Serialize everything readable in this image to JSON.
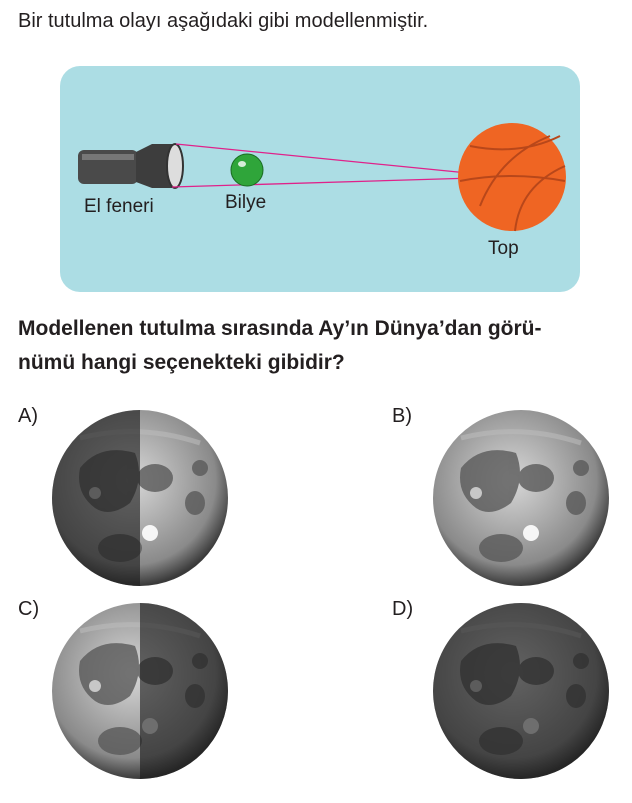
{
  "intro": "Bir tutulma olayı aşağıdaki gibi modellenmiştir.",
  "diagram": {
    "flashlight_label": "El feneri",
    "marble_label": "Bilye",
    "ball_label": "Top"
  },
  "question": "Modellenen tutulma sırasında Ay’ın Dünya’dan görü-nümü hangi seçenekteki gibidir?",
  "question_line1": "Modellenen tutulma sırasında Ay’ın Dünya’dan görü-",
  "question_line2": "nümü hangi seçenekteki gibidir?",
  "options": [
    {
      "label": "A)",
      "shade": "left-dark"
    },
    {
      "label": "B)",
      "shade": "none"
    },
    {
      "label": "C)",
      "shade": "right-dark"
    },
    {
      "label": "D)",
      "shade": "full-dark"
    }
  ]
}
